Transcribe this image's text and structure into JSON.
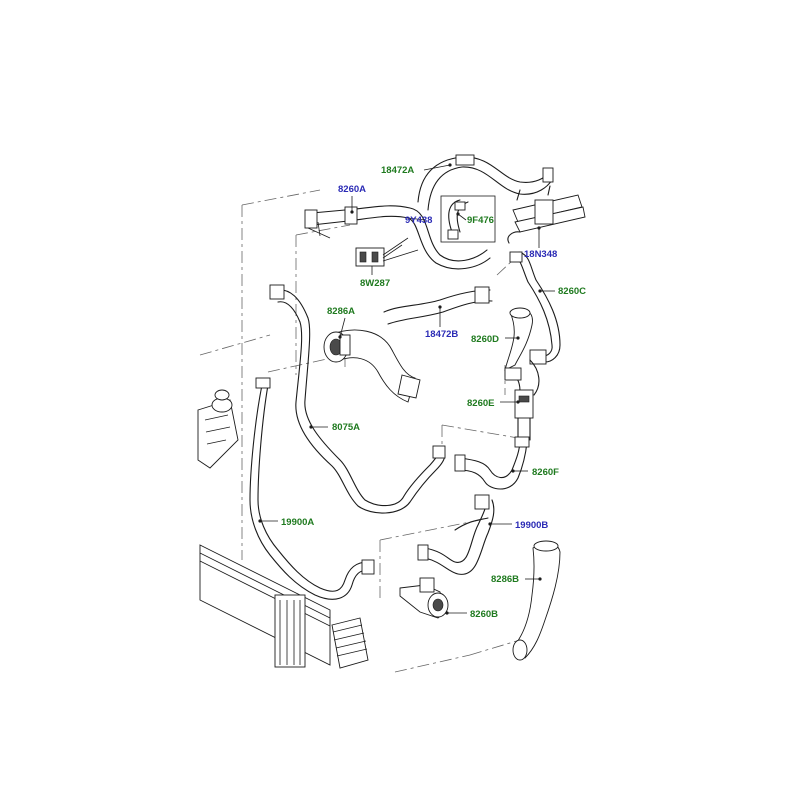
{
  "callouts": [
    {
      "id": "18472A",
      "text": "18472A",
      "color": "#1f7a1f"
    },
    {
      "id": "8260A",
      "text": "8260A",
      "color": "#2b2bb5"
    },
    {
      "id": "9Y438",
      "text": "9Y438",
      "color": "#2b2bb5"
    },
    {
      "id": "9F476",
      "text": "9F476",
      "color": "#1f7a1f"
    },
    {
      "id": "18N348",
      "text": "18N348",
      "color": "#2b2bb5"
    },
    {
      "id": "8W287",
      "text": "8W287",
      "color": "#1f7a1f"
    },
    {
      "id": "8260C",
      "text": "8260C",
      "color": "#1f7a1f"
    },
    {
      "id": "8286A",
      "text": "8286A",
      "color": "#1f7a1f"
    },
    {
      "id": "18472B",
      "text": "18472B",
      "color": "#2b2bb5"
    },
    {
      "id": "8260D",
      "text": "8260D",
      "color": "#1f7a1f"
    },
    {
      "id": "8260E",
      "text": "8260E",
      "color": "#1f7a1f"
    },
    {
      "id": "8075A",
      "text": "8075A",
      "color": "#1f7a1f"
    },
    {
      "id": "8260F",
      "text": "8260F",
      "color": "#1f7a1f"
    },
    {
      "id": "19900A",
      "text": "19900A",
      "color": "#1f7a1f"
    },
    {
      "id": "19900B",
      "text": "19900B",
      "color": "#2b2bb5"
    },
    {
      "id": "8286B",
      "text": "8286B",
      "color": "#1f7a1f"
    },
    {
      "id": "8260B",
      "text": "8260B",
      "color": "#1f7a1f"
    }
  ]
}
